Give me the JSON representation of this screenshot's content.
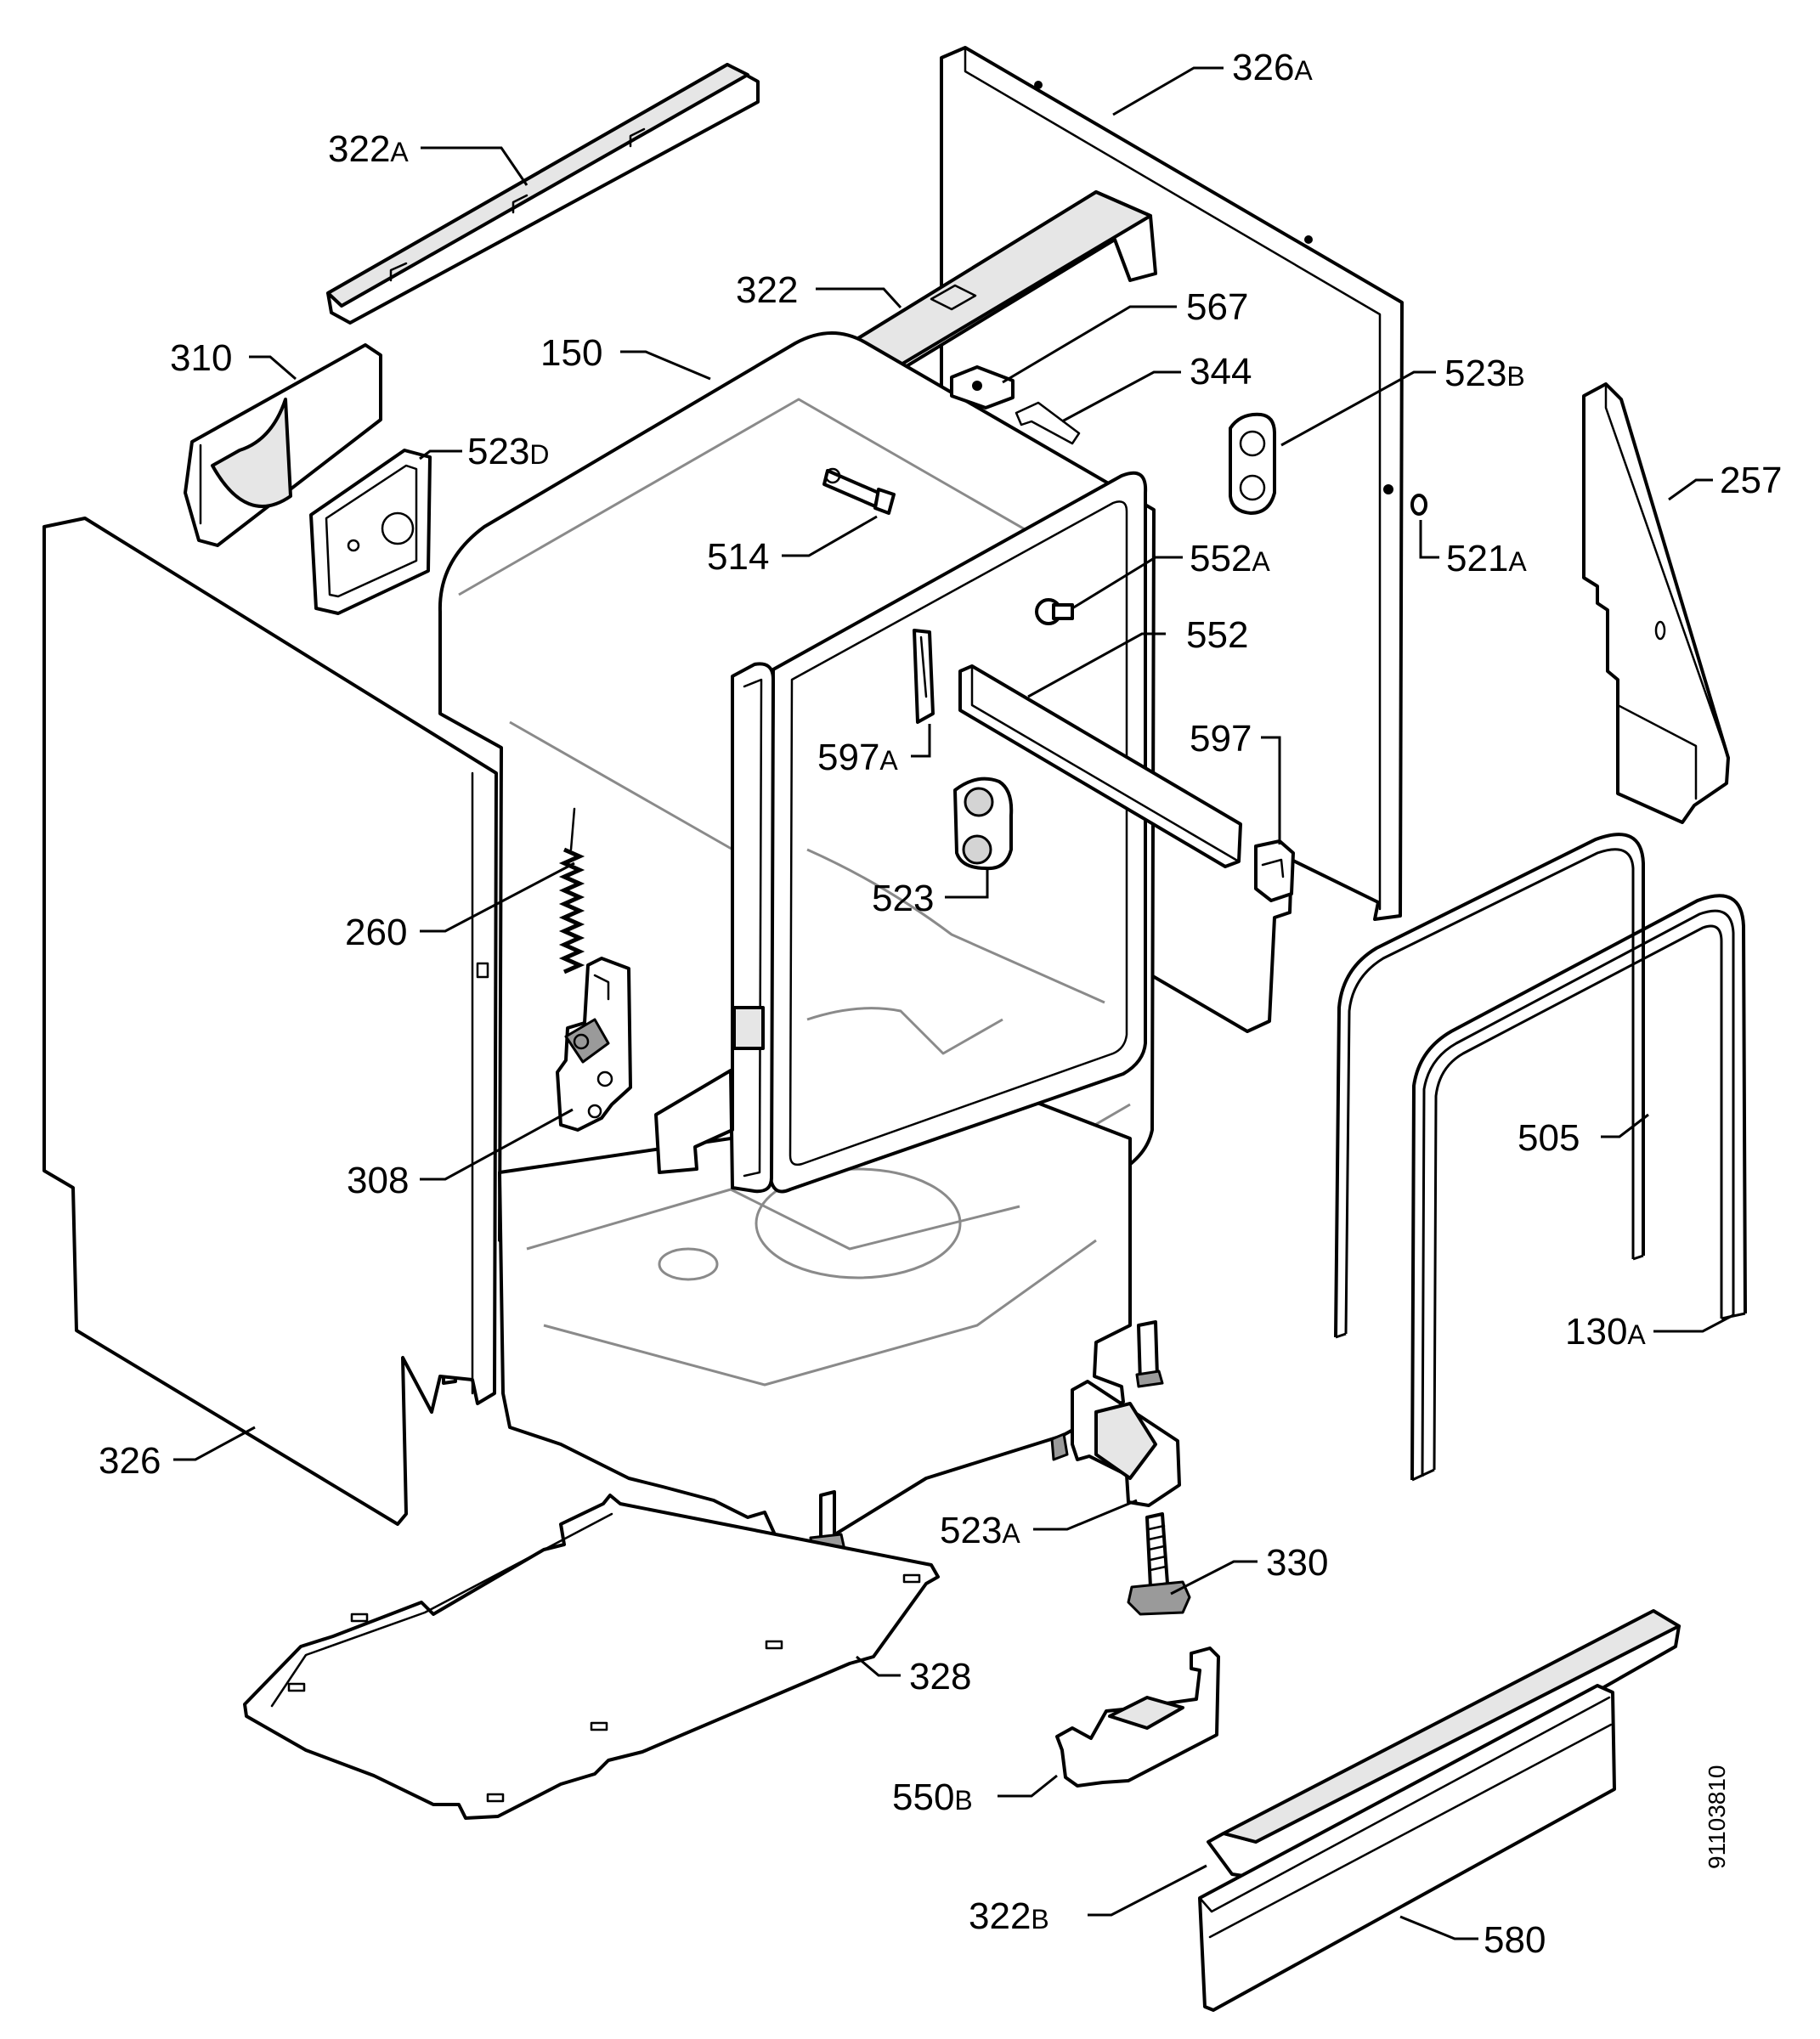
{
  "diagram": {
    "drawing_number": "91103810",
    "labels": {
      "p326a": {
        "num": "326",
        "suffix": "A"
      },
      "p322a": {
        "num": "322",
        "suffix": "A"
      },
      "p322": {
        "num": "322",
        "suffix": ""
      },
      "p567": {
        "num": "567",
        "suffix": ""
      },
      "p310": {
        "num": "310",
        "suffix": ""
      },
      "p150": {
        "num": "150",
        "suffix": ""
      },
      "p344": {
        "num": "344",
        "suffix": ""
      },
      "p523b": {
        "num": "523",
        "suffix": "B"
      },
      "p523d": {
        "num": "523",
        "suffix": "D"
      },
      "p257": {
        "num": "257",
        "suffix": ""
      },
      "p514": {
        "num": "514",
        "suffix": ""
      },
      "p521a": {
        "num": "521",
        "suffix": "A"
      },
      "p552a": {
        "num": "552",
        "suffix": "A"
      },
      "p552": {
        "num": "552",
        "suffix": ""
      },
      "p597a": {
        "num": "597",
        "suffix": "A"
      },
      "p597": {
        "num": "597",
        "suffix": ""
      },
      "p523": {
        "num": "523",
        "suffix": ""
      },
      "p260": {
        "num": "260",
        "suffix": ""
      },
      "p505": {
        "num": "505",
        "suffix": ""
      },
      "p308": {
        "num": "308",
        "suffix": ""
      },
      "p130a": {
        "num": "130",
        "suffix": "A"
      },
      "p326": {
        "num": "326",
        "suffix": ""
      },
      "p523a": {
        "num": "523",
        "suffix": "A"
      },
      "p330": {
        "num": "330",
        "suffix": ""
      },
      "p328": {
        "num": "328",
        "suffix": ""
      },
      "p550b": {
        "num": "550",
        "suffix": "B"
      },
      "p322b": {
        "num": "322",
        "suffix": "B"
      },
      "p580": {
        "num": "580",
        "suffix": ""
      }
    }
  }
}
